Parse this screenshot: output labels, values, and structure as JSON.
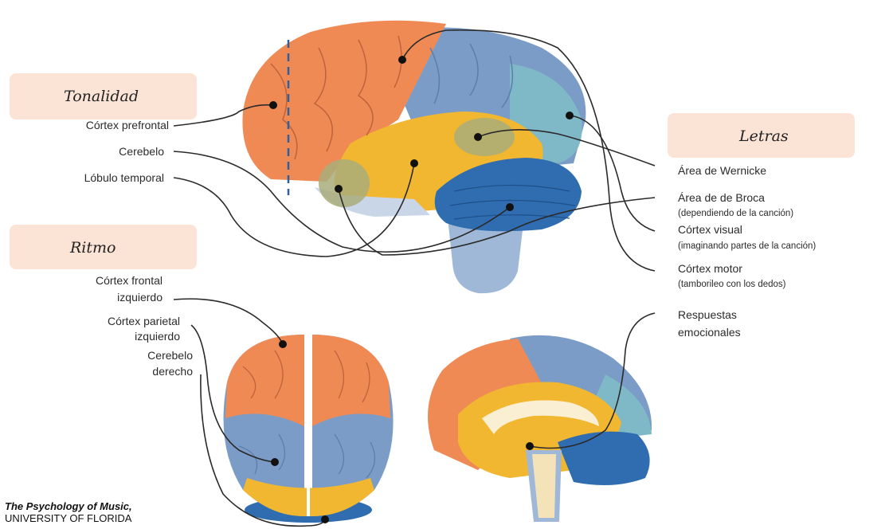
{
  "headers": {
    "tonalidad": "Tonalidad",
    "ritmo": "Ritmo",
    "letras": "Letras"
  },
  "left_labels": {
    "cortex_prefrontal": "Córtex prefrontal",
    "cerebelo": "Cerebelo",
    "lobulo_temporal": "Lóbulo temporal",
    "cortex_frontal_1": "Córtex frontal",
    "cortex_frontal_2": "izquierdo",
    "cortex_parietal_1": "Córtex parietal",
    "cortex_parietal_2": "izquierdo",
    "cerebelo_derecho_1": "Cerebelo",
    "cerebelo_derecho_2": "derecho"
  },
  "right_labels": {
    "wernicke": "Área de Wernicke",
    "broca": "Área de de Broca",
    "broca_sub": "(dependiendo de la canción)",
    "visual": "Córtex visual",
    "visual_sub": "(imaginando partes de la canción)",
    "motor": "Córtex motor",
    "motor_sub": "(tamborileo con los dedos)",
    "emocionales_1": "Respuestas",
    "emocionales_2": "emocionales"
  },
  "credit": {
    "title": "The Psychology of Music,",
    "institution": "UNIVERSITY OF FLORIDA"
  },
  "colors": {
    "frontal": "#f08a55",
    "parietal": "#7b9cc6",
    "temporal": "#f2b731",
    "occipital": "#7fb8c7",
    "cerebellum": "#2f6db0",
    "brainstem": "#9fb8d8",
    "highlight": "#a9ad7a",
    "header_bg": "#fbe3d6"
  }
}
